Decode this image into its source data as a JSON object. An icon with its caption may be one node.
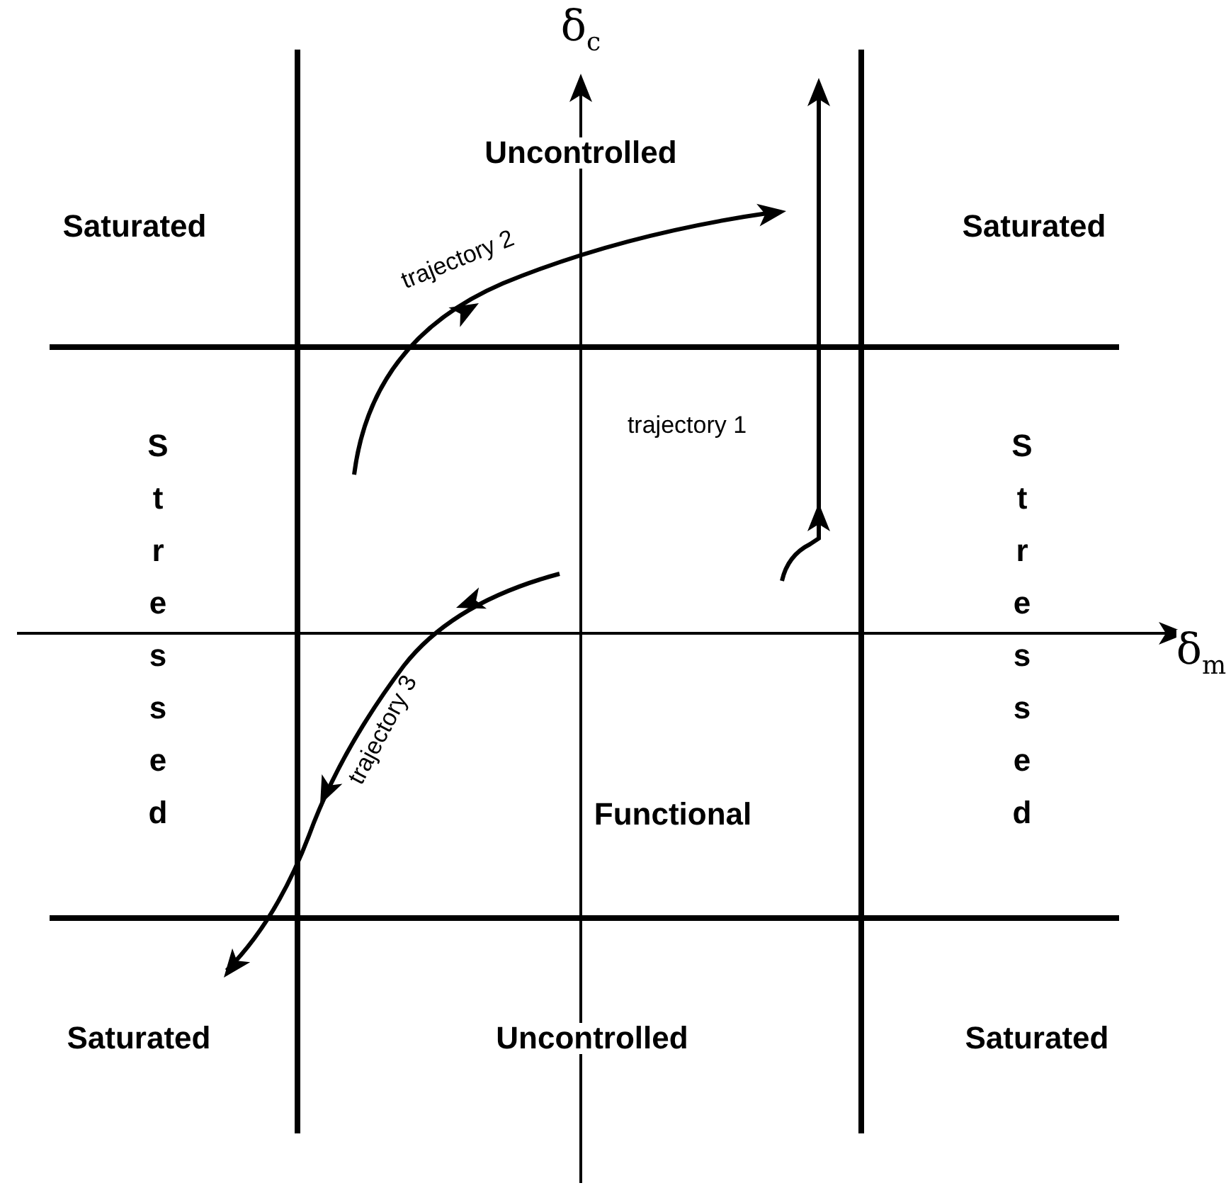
{
  "diagram": {
    "labels": [
      "δ$_{c}$",
      "Uncontrolled",
      "Saturated",
      "Saturated",
      "trajectory 2",
      "Stressed",
      "trajectory 1",
      "Stressed",
      "δ$_{m}$",
      "trajectory 3",
      "Functional",
      "Saturated",
      "Uncontrolled",
      "Saturated"
    ]
  }
}
